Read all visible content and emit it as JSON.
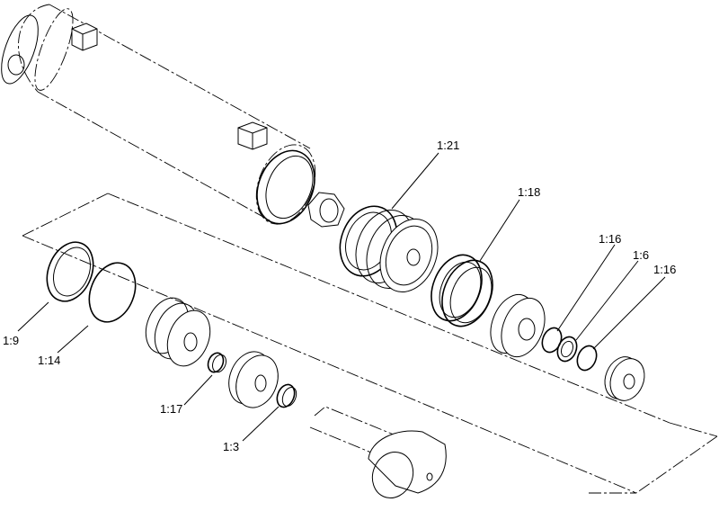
{
  "callouts": {
    "c_1_21": "1:21",
    "c_1_18": "1:18",
    "c_1_16a": "1:16",
    "c_1_6": "1:6",
    "c_1_16b": "1:16",
    "c_1_9": "1:9",
    "c_1_14": "1:14",
    "c_1_17": "1:17",
    "c_1_3": "1:3"
  }
}
